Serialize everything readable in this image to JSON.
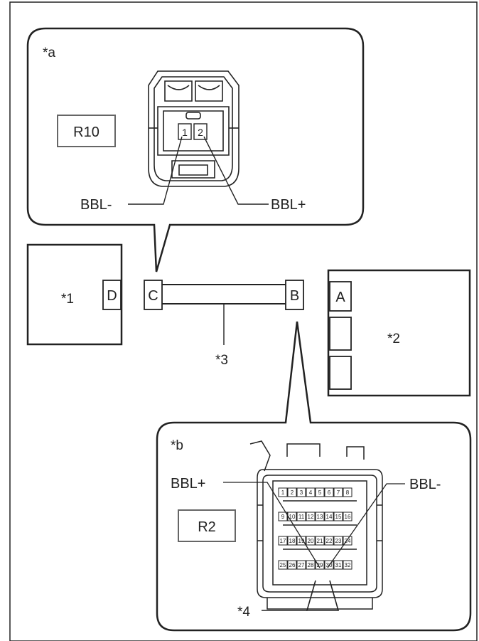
{
  "views": {
    "a": {
      "marker": "*a",
      "connector_code": "R10",
      "pins": [
        "1",
        "2"
      ],
      "callouts": {
        "left": "BBL-",
        "right": "BBL+"
      }
    },
    "b": {
      "marker": "*b",
      "connector_code": "R2",
      "pin_rows": [
        [
          "1",
          "2",
          "3",
          "4",
          "5",
          "6",
          "7",
          "8"
        ],
        [
          "9",
          "10",
          "11",
          "12",
          "13",
          "14",
          "15",
          "16"
        ],
        [
          "17",
          "18",
          "19",
          "20",
          "21",
          "22",
          "23",
          "24"
        ],
        [
          "25",
          "26",
          "27",
          "28",
          "29",
          "30",
          "31",
          "32"
        ]
      ],
      "callouts": {
        "left": "BBL+",
        "right": "BBL-"
      },
      "feature_marker": "*4"
    }
  },
  "components": {
    "c1": {
      "marker": "*1",
      "connector": "D"
    },
    "c2": {
      "marker": "*2",
      "connectors": [
        "A",
        "",
        ""
      ]
    },
    "c3": {
      "marker": "*3",
      "end_left": "C",
      "end_right": "B"
    }
  }
}
